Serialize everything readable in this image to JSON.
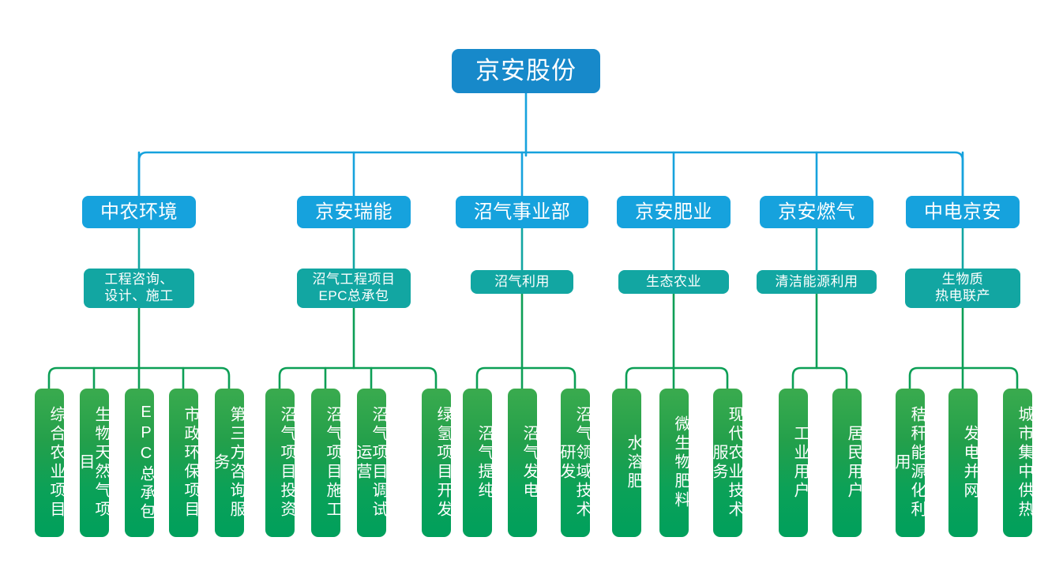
{
  "diagram": {
    "title": "京安股份",
    "type": "organization-chart",
    "colors": {
      "root": "#1789ca",
      "division": "#16a2dd",
      "business": "#12a6a2",
      "leaf_top": "#3aab4e",
      "leaf_bottom": "#00a05c",
      "edge_blue": "#16a2dd",
      "edge_teal": "#12a6a2",
      "edge_green": "#0c9f56",
      "background": "#ffffff"
    },
    "root": {
      "label": "京安股份"
    },
    "branches": [
      {
        "division": "中农环境",
        "business": "工程咨询、\n设计、施工",
        "business_lines": [
          "工程咨询、",
          "设计、施工"
        ],
        "leaves": [
          "综合农业项目",
          "生物天然气项目",
          "EPC总承包",
          "市政环保项目",
          "第三方咨询服务"
        ]
      },
      {
        "division": "京安瑞能",
        "business": "沼气工程项目\nEPC总承包",
        "business_lines": [
          "沼气工程项目",
          "EPC总承包"
        ],
        "leaves": [
          "沼气项目投资",
          "沼气项目施工",
          "沼气项目调试运营",
          "绿氢项目开发"
        ]
      },
      {
        "division": "沼气事业部",
        "business": "沼气利用",
        "business_lines": [
          "沼气利用"
        ],
        "leaves": [
          "沼气提纯",
          "沼气发电",
          "沼气领域技术研发"
        ]
      },
      {
        "division": "京安肥业",
        "business": "生态农业",
        "business_lines": [
          "生态农业"
        ],
        "leaves": [
          "水溶肥",
          "微生物肥料",
          "现代农业技术服务"
        ]
      },
      {
        "division": "京安燃气",
        "business": "清洁能源利用",
        "business_lines": [
          "清洁能源利用"
        ],
        "leaves": [
          "工业用户",
          "居民用户"
        ]
      },
      {
        "division": "中电京安",
        "business": "生物质\n热电联产",
        "business_lines": [
          "生物质",
          "热电联产"
        ],
        "leaves": [
          "秸秆能源化利用",
          "发电并网",
          "城市集中供热"
        ]
      }
    ]
  }
}
